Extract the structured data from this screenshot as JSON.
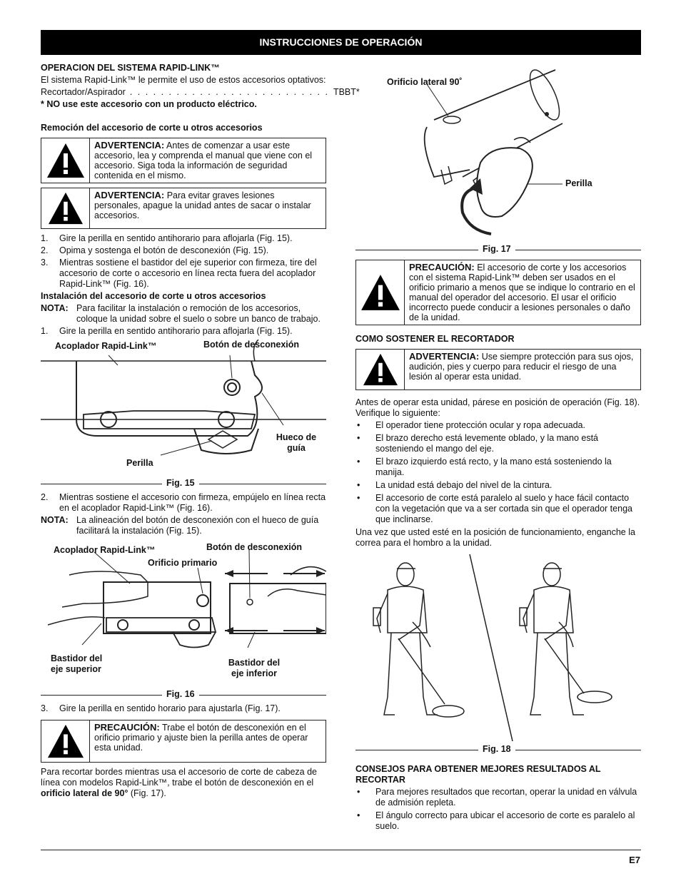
{
  "header": {
    "title": "INSTRUCCIONES DE OPERACIÓN"
  },
  "left": {
    "section1_title": "OPERACION DEL SISTEMA RAPID-LINK™",
    "section1_text": "El sistema Rapid-Link™ le permite el uso de estos accesorios optativos:",
    "accessory_name": "Recortador/Aspirador",
    "accessory_dots": ". . . . . . . . . . . . . . . . . . . . . . . . . .",
    "accessory_code": "TBBT*",
    "accessory_note": "*  NO use este accesorio con un producto eléctrico.",
    "section2_title": "Remoción del accesorio de corte u otros accesorios",
    "warn1_label": "ADVERTENCIA:",
    "warn1_text": "Antes de comenzar a usar este accesorio, lea y comprenda el manual que viene con el accesorio. Siga toda la información de seguridad contenida en el mismo.",
    "warn2_label": "ADVERTENCIA:",
    "warn2_text": "Para evitar graves lesiones personales, apague la unidad antes de sacar o instalar accesorios.",
    "steps_removal": [
      {
        "n": "1.",
        "t": "Gire la perilla en sentido antihorario para aflojarla (Fig. 15)."
      },
      {
        "n": "2.",
        "t": "Opima y sostenga el botón de desconexión (Fig. 15)."
      },
      {
        "n": "3.",
        "t": "Mientras sostiene el bastidor del eje superior con firmeza, tire del accesorio de corte o accesorio en línea recta fuera del acoplador Rapid-Link™ (Fig. 16)."
      }
    ],
    "section3_title": "Instalación del accesorio de corte u otros accesorios",
    "nota1_label": "NOTA:",
    "nota1_text": "Para facilitar la instalación o remoción de los accesorios, coloque la unidad sobre el suelo o sobre un banco de trabajo.",
    "step_install1": {
      "n": "1.",
      "t": "Gire la perilla en sentido antihorario para aflojarla (Fig. 15)."
    },
    "fig15": {
      "label_coupler": "Acoplador Rapid-Link™",
      "label_button": "Botón de desconexión",
      "label_guide": "Hueco de guía",
      "label_knob": "Perilla",
      "caption": "Fig. 15"
    },
    "step_install2": {
      "n": "2.",
      "t": "Mientras sostiene el accesorio con firmeza, empújelo en línea recta en el acoplador Rapid-Link™ (Fig. 16)."
    },
    "nota2_label": "NOTA:",
    "nota2_text": "La alineación del botón de desconexión con el hueco de guía facilitará la instalación (Fig. 15).",
    "fig16": {
      "label_coupler": "Acoplador Rapid-Link™",
      "label_button": "Botón de desconexión",
      "label_hole": "Orificio primario",
      "label_upper": "Bastidor del eje superior",
      "label_lower": "Bastidor del eje inferior",
      "caption": "Fig. 16"
    },
    "step_install3": {
      "n": "3.",
      "t": "Gire la perilla en sentido horario para ajustarla (Fig. 17)."
    },
    "caution1_label": "PRECAUCIÓN:",
    "caution1_text": "Trabe el botón de desconexión en el orificio primario y ajuste bien la perilla antes de operar esta unidad.",
    "final_text_a": "Para recortar bordes mientras usa el accesorio de corte de cabeza de línea con modelos Rapid-Link™, trabe el botón de desconexión en el ",
    "final_text_bold": "orificio lateral de 90°",
    "final_text_b": " (Fig. 17)."
  },
  "right": {
    "fig17": {
      "label_side": "Orificio lateral 90˚",
      "label_knob": "Perilla",
      "caption": "Fig. 17"
    },
    "caution2_label": "PRECAUCIÓN:",
    "caution2_text": "El accesorio de corte y los accesorios con el sistema Rapid-Link™ deben ser usados en el orificio primario a menos que se indique lo contrario en el manual del operador del accesorio. El usar el orificio incorrecto puede conducir a lesiones personales o daño de la unidad.",
    "section4_title": "COMO SOSTENER EL RECORTADOR",
    "warn3_label": "ADVERTENCIA:",
    "warn3_text": "Use siempre protección para sus ojos, audición, pies y cuerpo para reducir el riesgo de una lesión al operar esta unidad.",
    "hold_intro": "Antes de operar esta unidad, párese en posición de operación (Fig. 18). Verifique lo siguiente:",
    "hold_bullets": [
      "El operador tiene protección ocular y ropa adecuada.",
      "El brazo derecho está levemente oblado, y la mano está sosteniendo el mango del eje.",
      "El brazo izquierdo está recto, y la mano está sosteniendo la manija.",
      "La unidad está debajo del nivel de la cintura.",
      "El accesorio de corte está paralelo al suelo y hace fácil contacto con la vegetación que va a ser cortada sin que el operador tenga que inclinarse."
    ],
    "hold_outro": "Una vez que usted esté en la posición de funcionamiento, enganche la correa para el hombro a la unidad.",
    "fig18": {
      "caption": "Fig. 18"
    },
    "section5_title": "CONSEJOS PARA OBTENER MEJORES RESULTADOS AL RECORTAR",
    "tips": [
      "Para mejores resultados que recortan, operar la unidad en válvula de admisión repleta.",
      "El ángulo correcto para ubicar el accesorio de corte es paralelo al suelo."
    ]
  },
  "footer": {
    "page": "E7"
  }
}
